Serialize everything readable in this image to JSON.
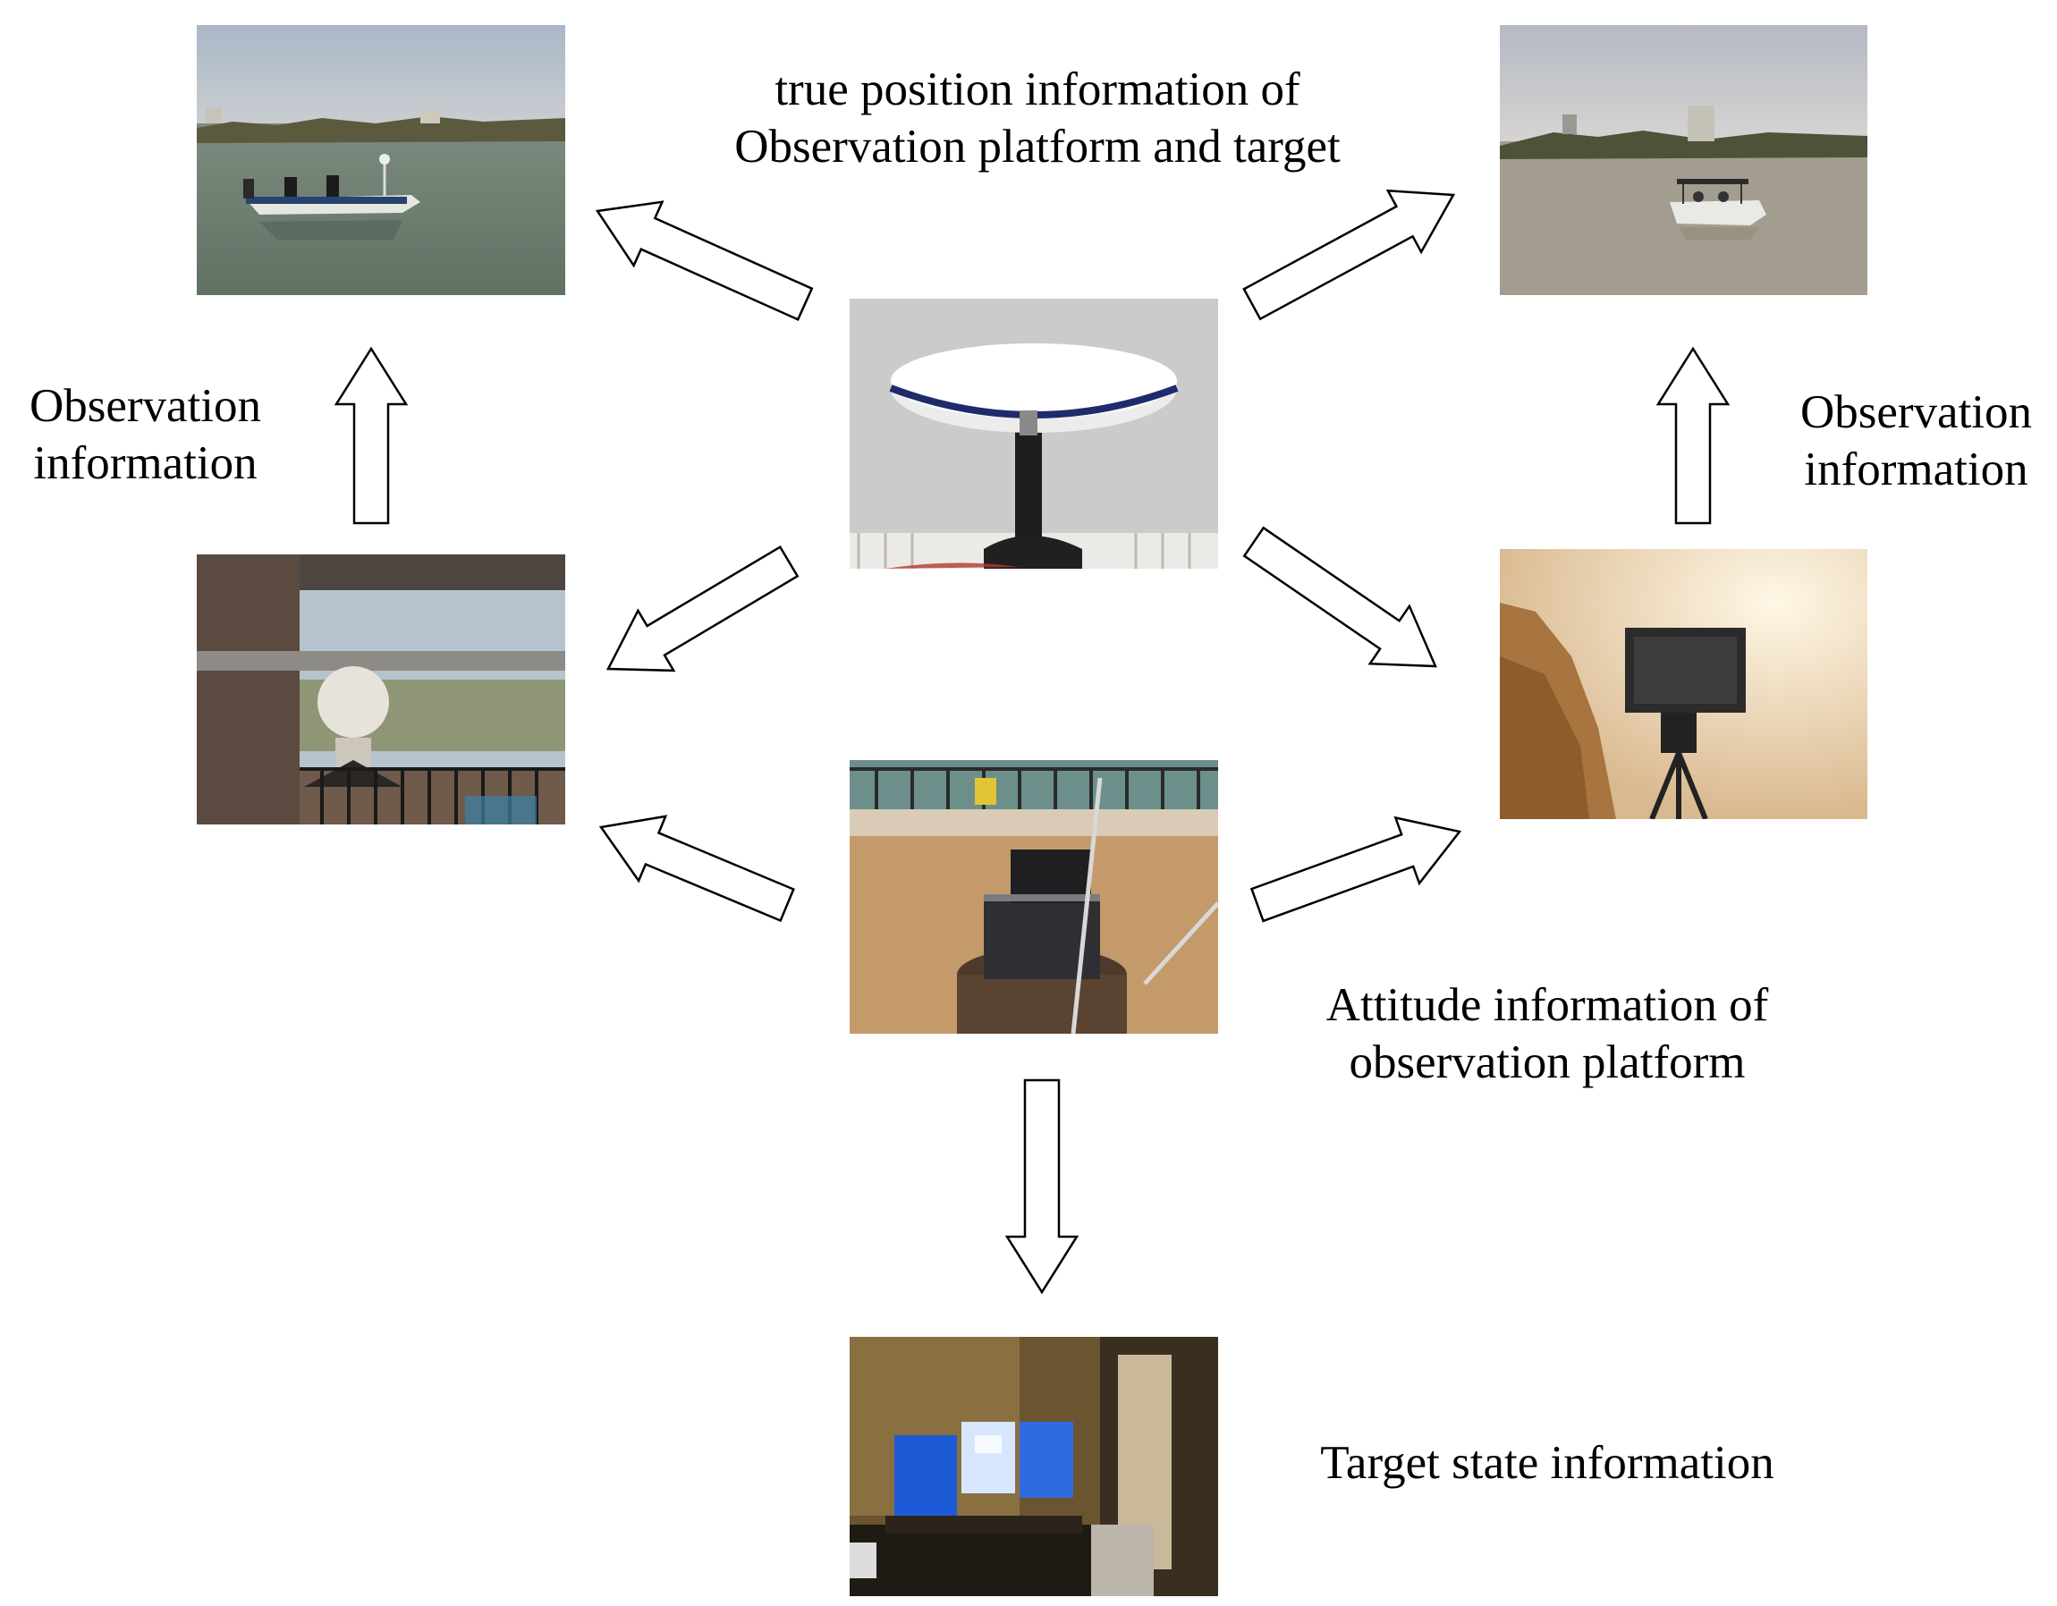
{
  "labels": {
    "true_position_line1": "true position information of",
    "true_position_line2": "Observation platform and target",
    "observation_left_line1": "Observation",
    "observation_left_line2": "information",
    "observation_right_line1": "Observation",
    "observation_right_line2": "information",
    "attitude_line1": "Attitude information of",
    "attitude_line2": "observation platform",
    "target_state": "Target state information"
  },
  "photos": [
    {
      "name": "boat-photo-left",
      "subject": "observation platform boat on lake"
    },
    {
      "name": "boat-photo-right",
      "subject": "target boat on lake"
    },
    {
      "name": "gnss-antenna-photo",
      "subject": "GNSS antenna"
    },
    {
      "name": "radar-balcony-photo",
      "subject": "radar on balcony"
    },
    {
      "name": "camera-shore-photo",
      "subject": "camera on shore"
    },
    {
      "name": "attitude-sensor-photo",
      "subject": "attitude measurement equipment"
    },
    {
      "name": "workstation-photo",
      "subject": "fusion workstation with monitors"
    }
  ],
  "colors": {
    "arrow_stroke": "#000000",
    "arrow_fill": "#ffffff",
    "text": "#000000"
  }
}
